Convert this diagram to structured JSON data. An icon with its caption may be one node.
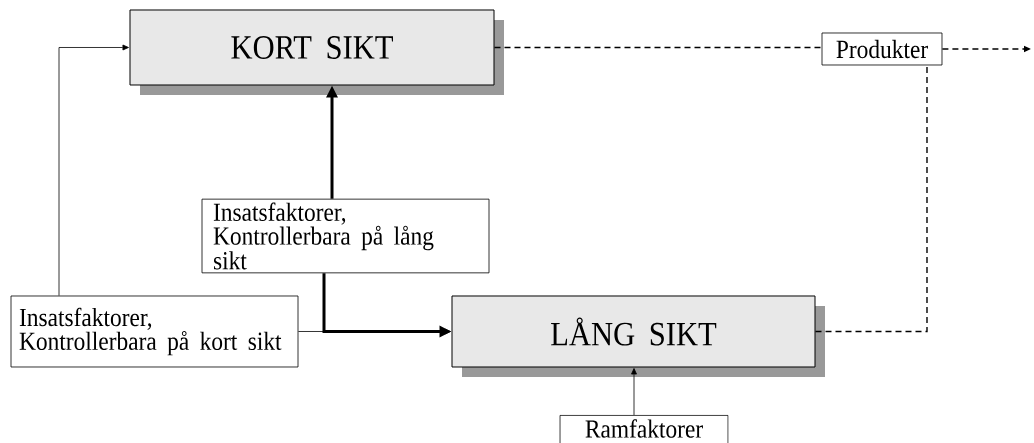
{
  "diagram": {
    "nodes": [
      {
        "text": [
          "KORT SIKT"
        ]
      },
      {
        "text": [
          "Produkter"
        ]
      },
      {
        "text": [
          "Insatsfaktorer, Kontrollerbara på lång sikt"
        ]
      },
      {
        "text": [
          "Insatsfaktorer, Kontrollerbara på kort sikt"
        ]
      },
      {
        "text": [
          "LÅNG SIKT"
        ]
      },
      {
        "text": [
          "Ramfaktorer"
        ]
      }
    ],
    "edges": [
      {
        "from": 3,
        "to": 0,
        "arrow": "to"
      },
      {
        "from": 2,
        "to": 0,
        "arrow": "to",
        "style": "thick"
      },
      {
        "from": 2,
        "to": 4,
        "arrow": "to",
        "style": "thick"
      },
      {
        "from": 3,
        "to": 4,
        "arrow": "to"
      },
      {
        "from": 0,
        "to": 1,
        "arrow": "none",
        "style": "dashed"
      },
      {
        "from": 1,
        "to": null,
        "arrow": "to",
        "style": "dashed"
      },
      {
        "from": 4,
        "to": 1,
        "arrow": "none",
        "style": "dashed"
      },
      {
        "from": 5,
        "to": 4,
        "arrow": "to"
      }
    ]
  }
}
